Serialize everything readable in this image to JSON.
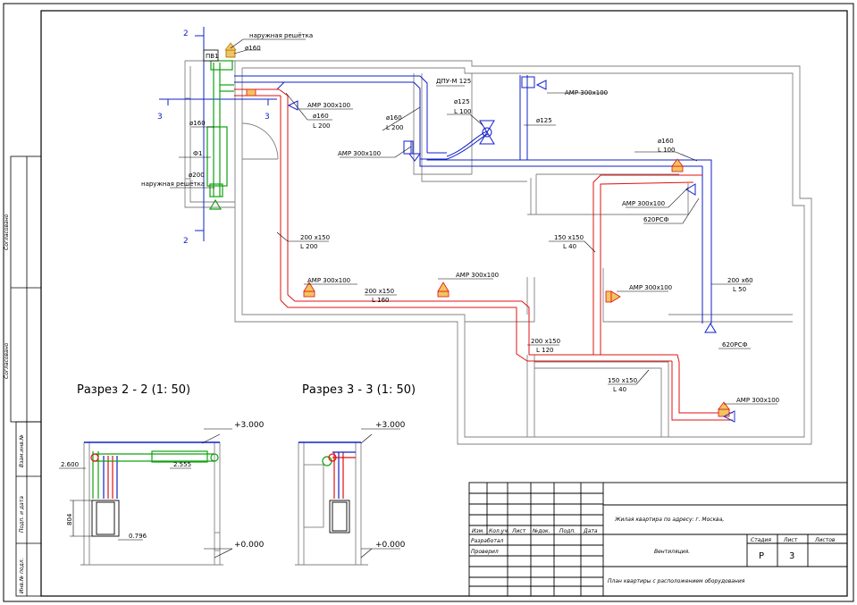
{
  "sections": {
    "s22_title": "Разрез 2 - 2 (1: 50)",
    "s33_title": "Разрез 3 - 3 (1: 50)",
    "elev_top": "+3.000",
    "elev_zero": "+0.000",
    "dim_2600": "2.600",
    "dim_2555": "2.555",
    "dim_804": "804",
    "dim_0796": "0.796"
  },
  "markers": {
    "cut2": "2",
    "cut3": "3"
  },
  "plan_labels": {
    "grille_top": "наружная решётка",
    "grille_bottom": "наружная решётка",
    "pv1": "ПВ1",
    "d160_top": "ø160",
    "d160_left": "ø160",
    "d200": "ø200",
    "f1": "Ф1",
    "amp_a": "АМР 300х100",
    "d160_L200_a_d": "ø160",
    "d160_L200_a_l": "L 200",
    "d160_L200_b_d": "ø160",
    "d160_L200_b_l": "L 200",
    "amp_b": "АМР 300х100",
    "dpu": "ДПУ-М 125",
    "d125_L100_d": "ø125",
    "d125_L100_l": "L 100",
    "amp_c": "АМР 300х100",
    "d125": "ø125",
    "d160_L100_d": "ø160",
    "d160_L100_l": "L 100",
    "amp_d": "АМР 300х100",
    "r620_a": "620РСФ",
    "r200x150_L200_d": "200 х150",
    "r200x150_L200_l": "L 200",
    "amp_e": "АМР 300х100",
    "amp_f": "АМР 300х100",
    "r200x150_L160_d": "200 х150",
    "r200x150_L160_l": "L 160",
    "r150x150_L40_a_d": "150 х150",
    "r150x150_L40_a_l": "L 40",
    "amp_g": "АМР 300х100",
    "r200x60_d": "200 х60",
    "r200x60_l": "L 50",
    "r620_b": "620РСФ",
    "r200x150_L120_d": "200 х150",
    "r200x150_L120_l": "L 120",
    "r150x150_L40_b_d": "150 х150",
    "r150x150_L40_b_l": "L 40",
    "amp_h": "АМР 300х100"
  },
  "side_stamp": {
    "agreed1": "Согласовано",
    "agreed2": "Согласовано",
    "inv_replace": "Взам.инв.№",
    "sign_date": "Подп. и дата",
    "inv_orig": "Инв.№ подл."
  },
  "title_block": {
    "h_izm": "Изм.",
    "h_kol": "Кол.уч.",
    "h_list": "Лист",
    "h_doc": "№док.",
    "h_sign": "Подп.",
    "h_date": "Дата",
    "developed": "Разработал",
    "checked": "Проверил",
    "project": "Жилая квартира по адресу: г. Москва,",
    "section": "Вентиляция.",
    "sheet_title": "План квартиры с расположением оборудования",
    "h_stage": "Стадия",
    "h_sheet": "Лист",
    "h_sheets": "Листов",
    "stage": "Р",
    "sheet": "3"
  },
  "colors": {
    "supply": "#e01010",
    "extract": "#1020c8",
    "equipment": "#10a010",
    "walls": "#808080",
    "ink": "#000000"
  }
}
